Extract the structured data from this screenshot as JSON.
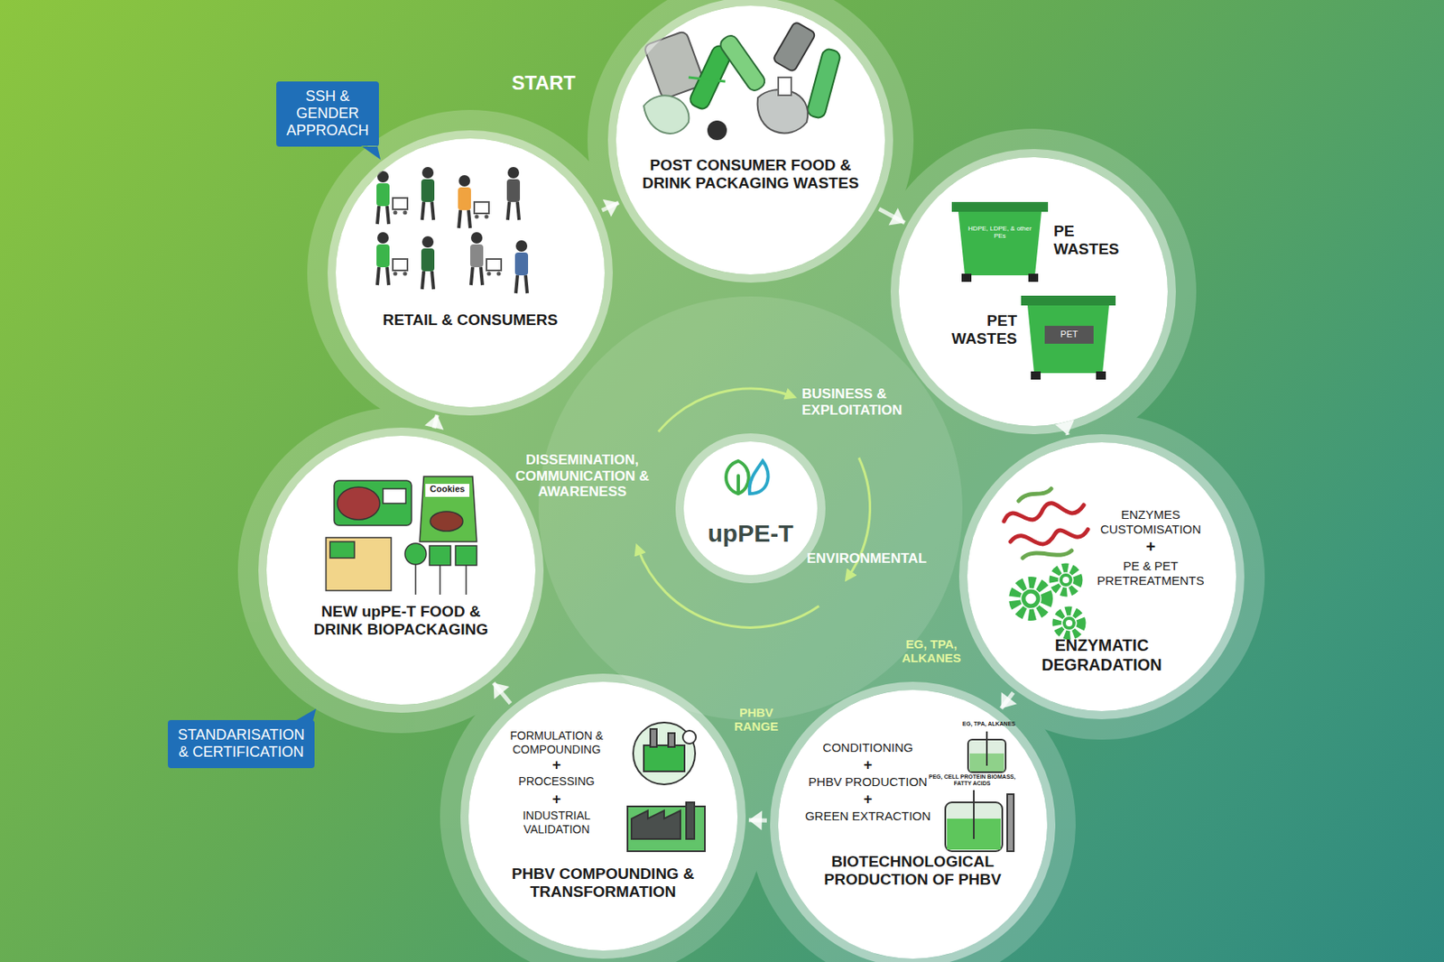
{
  "diagram": {
    "nodes": [
      {
        "text": [
          "POST CONSUMER FOOD & DRINK PACKAGING WASTES"
        ]
      },
      {
        "text": [
          "PE WASTES",
          "PET WASTES"
        ]
      },
      {
        "text": [
          "ENZYMES CUSTOMISATION",
          "+",
          "PE & PET PRETREATMENTS",
          "ENZYMATIC DEGRADATION"
        ]
      },
      {
        "text": [
          "CONDITIONING",
          "+",
          "PHBV PRODUCTION",
          "+",
          "GREEN EXTRACTION",
          "BIOTECHNOLOGICAL PRODUCTION OF PHBV"
        ]
      },
      {
        "text": [
          "FORMULATION & COMPOUNDING",
          "+",
          "PROCESSING",
          "+",
          "INDUSTRIAL VALIDATION",
          "PHBV COMPOUNDING & TRANSFORMATION"
        ]
      },
      {
        "text": [
          "NEW upPE-T FOOD & DRINK BIOPACKAGING"
        ]
      },
      {
        "text": [
          "RETAIL & CONSUMERS"
        ]
      },
      {
        "text": [
          "upPE-T"
        ]
      },
      {
        "text": [
          "SSH & GENDER APPROACH"
        ]
      },
      {
        "text": [
          "STANDARISATION & CERTIFICATION"
        ]
      }
    ],
    "edges": [
      {
        "from": 0,
        "to": 1,
        "arrow": "to"
      },
      {
        "from": 1,
        "to": 2,
        "arrow": "to"
      },
      {
        "from": 2,
        "to": 3,
        "label": "EG, TPA, ALKANES",
        "arrow": "to"
      },
      {
        "from": 3,
        "to": 4,
        "label": "PHBV RANGE",
        "arrow": "to"
      },
      {
        "from": 4,
        "to": 5,
        "arrow": "to"
      },
      {
        "from": 5,
        "to": 6,
        "arrow": "to"
      },
      {
        "from": 6,
        "to": 0,
        "arrow": "to"
      }
    ],
    "labels": [
      "START",
      "BUSINESS & EXPLOITATION",
      "ENVIRONMENTAL",
      "DISSEMINATION, COMMUNICATION & AWARENESS",
      "HDPE, LDPE, & other PEs",
      "PET",
      "EG, TPA, ALKANES",
      "PEG, CELL PROTEIN BIOMASS, FATTY ACIDS",
      "Cookies"
    ]
  }
}
